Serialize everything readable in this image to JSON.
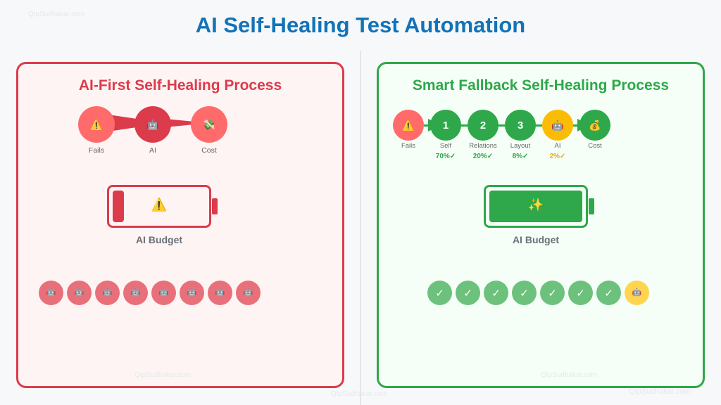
{
  "page": {
    "title": "AI Self-Healing Test Automation",
    "watermarks": [
      "QtpSudhakar.com",
      "QtpSudhakar.com",
      "QtpSudhakar.com",
      "QtpSudhakar.com",
      "QtpSudhakar.com"
    ]
  },
  "left_panel": {
    "title": "AI-First Self-Healing Process",
    "flow": [
      {
        "label": "Fails",
        "icon": "warning-icon",
        "glyph": "⚠️"
      },
      {
        "label": "AI",
        "icon": "robot-icon",
        "glyph": "🤖"
      },
      {
        "label": "Cost",
        "icon": "money-wings-icon",
        "glyph": "💸"
      }
    ],
    "battery": {
      "label": "AI Budget",
      "level_percent": 12,
      "icon": "warning-icon",
      "glyph": "⚠️"
    },
    "results": {
      "count": 8,
      "icon": "robot-icon",
      "glyph": "🤖"
    },
    "colors": {
      "accent": "#dc3b4b",
      "node": "#ff6b6b",
      "dot": "#e8707a"
    }
  },
  "right_panel": {
    "title": "Smart Fallback Self-Healing Process",
    "flow": [
      {
        "label": "Fails",
        "icon": "warning-icon",
        "glyph": "⚠️",
        "number": "",
        "percent": ""
      },
      {
        "label": "Self",
        "icon": "",
        "glyph": "",
        "number": "1",
        "percent": "70%✓"
      },
      {
        "label": "Relations",
        "icon": "",
        "glyph": "",
        "number": "2",
        "percent": "20%✓"
      },
      {
        "label": "Layout",
        "icon": "",
        "glyph": "",
        "number": "3",
        "percent": "8%✓"
      },
      {
        "label": "AI",
        "icon": "robot-icon",
        "glyph": "🤖",
        "number": "",
        "percent": "2%✓"
      },
      {
        "label": "Cost",
        "icon": "money-bag-icon",
        "glyph": "💰",
        "number": "",
        "percent": ""
      }
    ],
    "battery": {
      "label": "AI Budget",
      "level_percent": 100,
      "icon": "sparkles-icon",
      "glyph": "✨"
    },
    "results": {
      "check_count": 7,
      "check_glyph": "✓",
      "robot_count": 1,
      "robot_glyph": "🤖"
    },
    "colors": {
      "accent": "#2ea84a",
      "ai": "#fbbc05",
      "check_dot": "#6cc27c",
      "robot_dot": "#ffd44f",
      "pct_green": "#2ea84a",
      "pct_ai": "#f5a800"
    }
  }
}
